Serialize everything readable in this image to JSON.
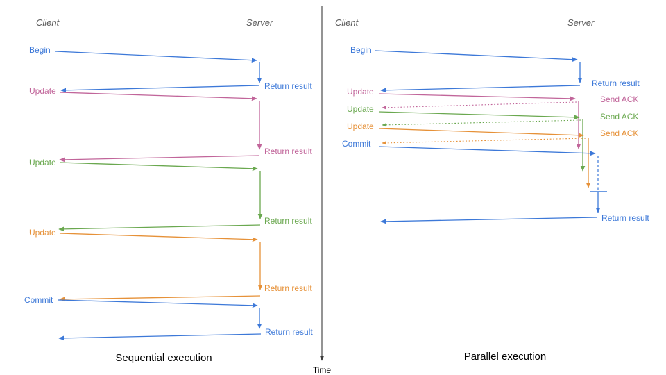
{
  "colors": {
    "blue": "#3c78d8",
    "pink": "#c1659a",
    "green": "#6aa84f",
    "orange": "#e69138",
    "axis": "#3c3c3c",
    "lane": "#595959",
    "caption": "#000000"
  },
  "sequential": {
    "caption": "Sequential execution",
    "lanes": {
      "client": "Client",
      "server": "Server"
    },
    "messages": [
      {
        "request": "Begin",
        "response": "Return result"
      },
      {
        "request": "Update",
        "response": "Return result"
      },
      {
        "request": "Update",
        "response": "Return result"
      },
      {
        "request": "Update",
        "response": "Return result"
      },
      {
        "request": "Commit",
        "response": "Return result"
      }
    ]
  },
  "parallel": {
    "caption": "Parallel execution",
    "lanes": {
      "client": "Client",
      "server": "Server"
    },
    "messages": [
      {
        "request": "Begin",
        "response": "Return result"
      },
      {
        "request": "Update",
        "response": "Send ACK"
      },
      {
        "request": "Update",
        "response": "Send ACK"
      },
      {
        "request": "Update",
        "response": "Send ACK"
      },
      {
        "request": "Commit",
        "response": "Return result"
      }
    ]
  },
  "time_axis": {
    "label": "Time"
  }
}
